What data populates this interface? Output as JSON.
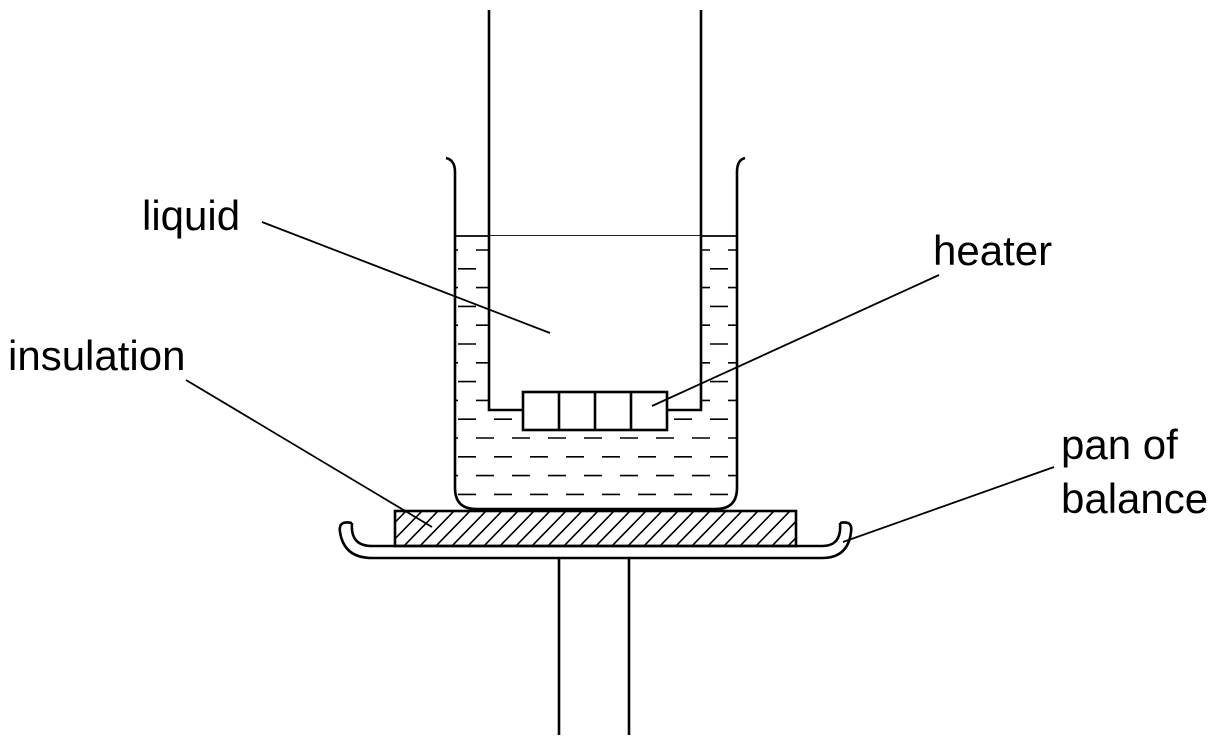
{
  "labels": {
    "liquid": "liquid",
    "heater": "heater",
    "insulation": "insulation",
    "pan_line1": "pan of",
    "pan_line2": "balance"
  }
}
